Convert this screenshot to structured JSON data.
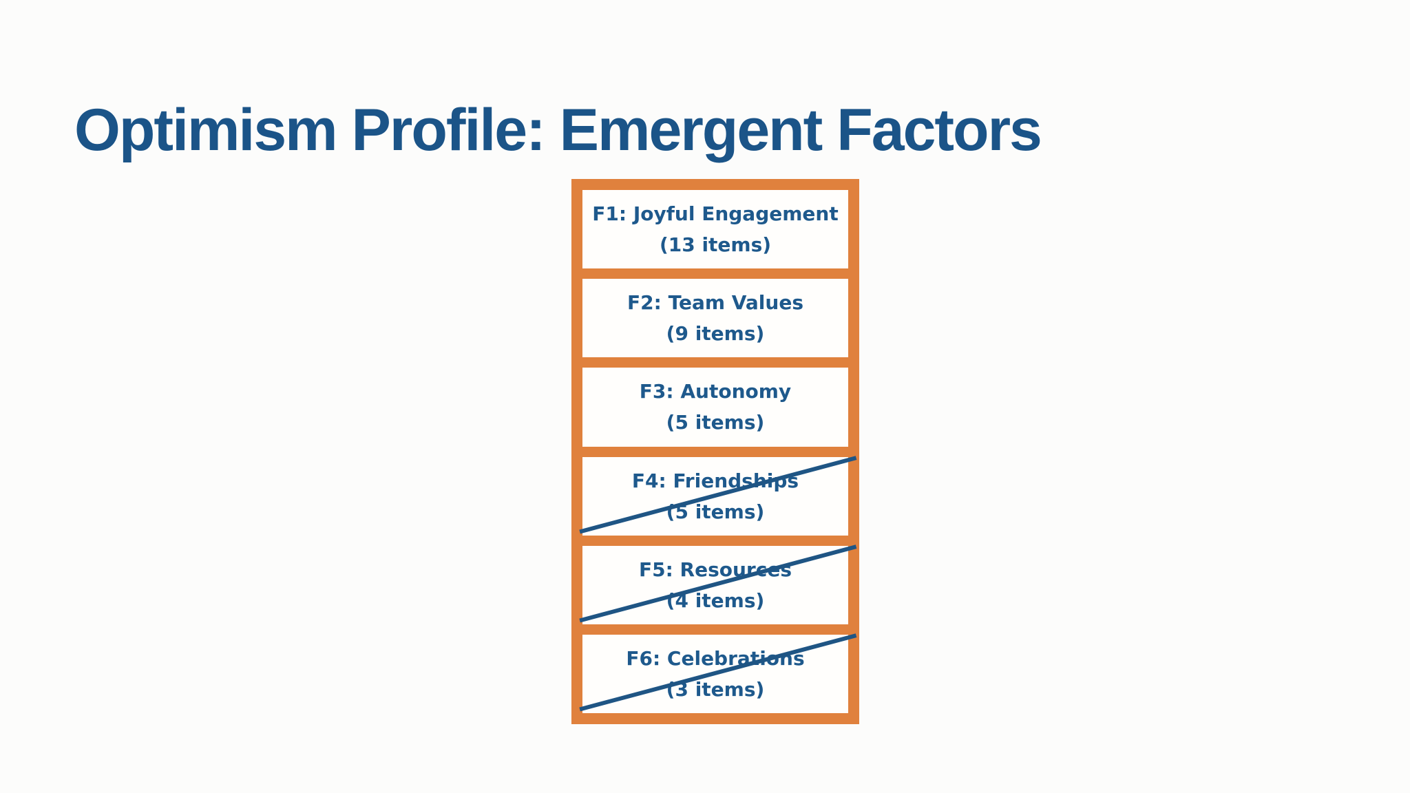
{
  "slide": {
    "title": "Optimism Profile: Emergent Factors",
    "colors": {
      "title_blue": "#1b5488",
      "box_text_blue": "#1e598c",
      "frame_orange": "#e0813d",
      "strikethrough_blue": "#1f5584",
      "background": "#fcfcfb",
      "cell_white": "#fffefc"
    },
    "factors": [
      {
        "label": "F1: Joyful Engagement",
        "items": "(13 items)",
        "struck": false
      },
      {
        "label": "F2: Team Values",
        "items": "(9 items)",
        "struck": false
      },
      {
        "label": "F3: Autonomy",
        "items": "(5 items)",
        "struck": false
      },
      {
        "label": "F4: Friendships",
        "items": "(5 items)",
        "struck": true
      },
      {
        "label": "F5: Resources",
        "items": "(4 items)",
        "struck": true
      },
      {
        "label": "F6: Celebrations",
        "items": "(3 items)",
        "struck": true
      }
    ]
  }
}
